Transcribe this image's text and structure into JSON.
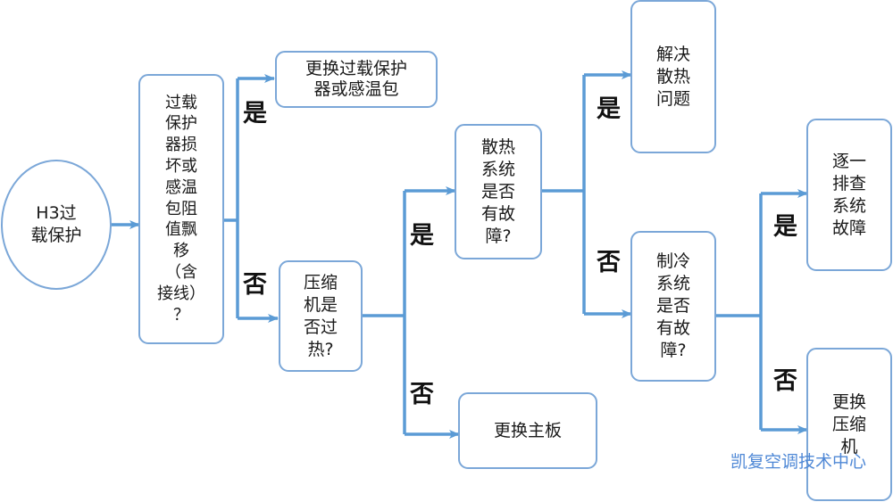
{
  "nodes": {
    "h3": "H3过\n载保护",
    "sensor_check": "过载\n保护\n器损\n坏或\n感温\n包阻\n值飘\n移\n（含\n接线）\n？",
    "replace_protector": "更换过载保护\n器或感温包",
    "compressor_overheat": "压缩\n机是\n否过\n热?",
    "heat_fault": "散热\n系统\n是否\n有故\n障?",
    "replace_board": "更换主板",
    "solve_heat": "解决\n散热\n问题",
    "refrig_fault": "制冷\n系统\n是否\n有故\n障?",
    "troubleshoot": "逐一\n排查\n系统\n故障",
    "replace_compressor": "更换\n压缩\n机"
  },
  "labels": {
    "yes": "是",
    "no": "否"
  },
  "watermark": "凯复空调技术中心",
  "colors": {
    "line": "#5b9bd5",
    "box": "#7ba7d8"
  }
}
